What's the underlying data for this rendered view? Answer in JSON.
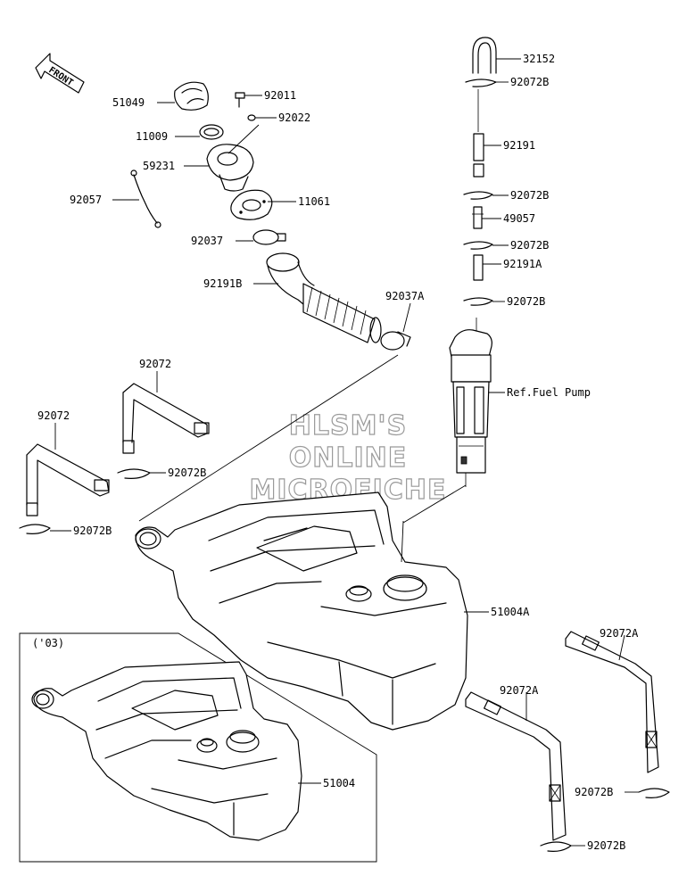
{
  "front_label": "FRONT",
  "watermark": [
    "HLSM'S",
    "ONLINE",
    "MICROFICHE"
  ],
  "inset_label": "('03)",
  "callouts": {
    "c32152": "32152",
    "c92072B_1": "92072B",
    "c92191": "92191",
    "c92072B_2": "92072B",
    "c49057": "49057",
    "c92072B_3": "92072B",
    "c92191A": "92191A",
    "c92072B_4": "92072B",
    "ref_fuel_pump": "Ref.Fuel Pump",
    "c51049": "51049",
    "c92011": "92011",
    "c92022": "92022",
    "c11009": "11009",
    "c59231": "59231",
    "c92057": "92057",
    "c11061": "11061",
    "c92037": "92037",
    "c92191B": "92191B",
    "c92037A": "92037A",
    "c92072_1": "92072",
    "c92072_2": "92072",
    "c92072B_5": "92072B",
    "c92072B_6": "92072B",
    "c51004A": "51004A",
    "c92072A_1": "92072A",
    "c92072A_2": "92072A",
    "c92072B_7": "92072B",
    "c92072B_8": "92072B",
    "c51004": "51004"
  }
}
